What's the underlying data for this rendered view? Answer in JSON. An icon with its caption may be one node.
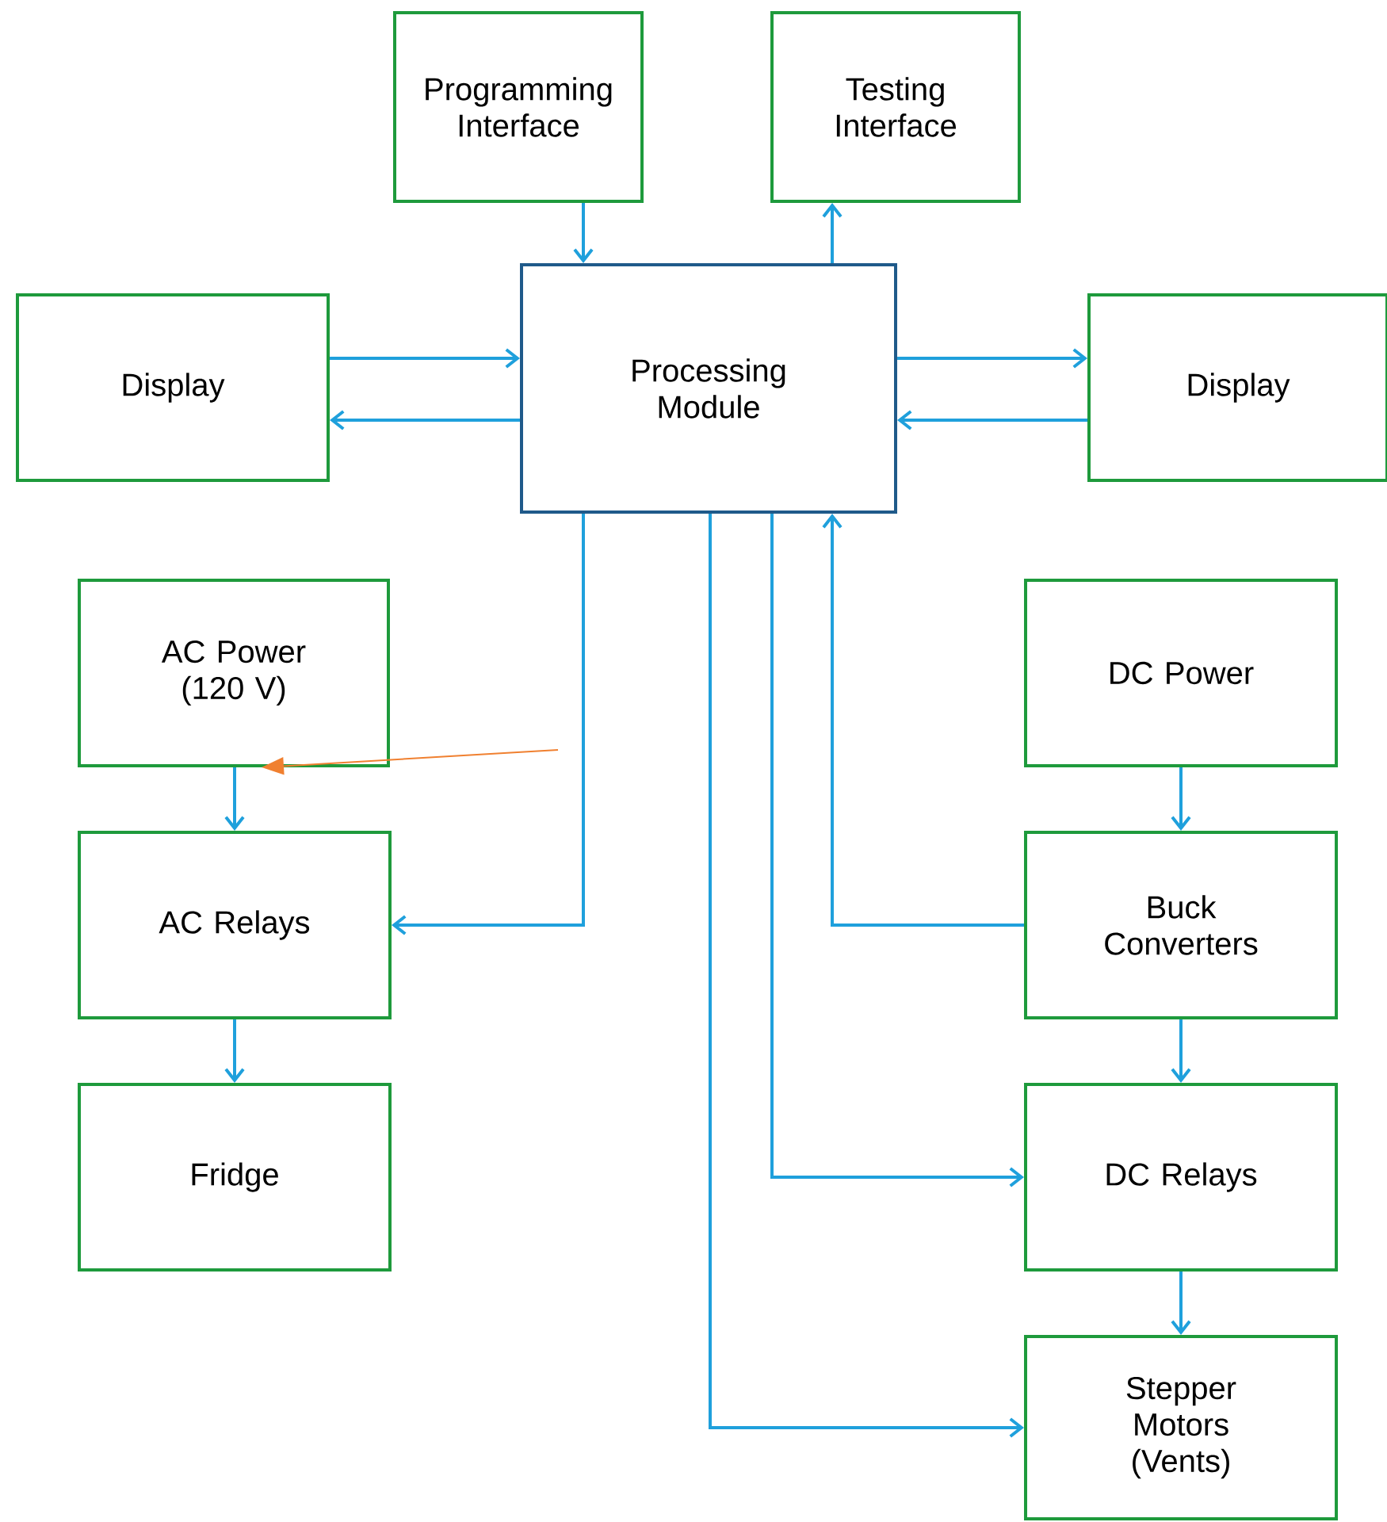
{
  "diagram": {
    "nodes": [
      {
        "text": [
          "Programming Interface"
        ]
      },
      {
        "text": [
          "Testing Interface"
        ]
      },
      {
        "text": [
          "Display"
        ]
      },
      {
        "text": [
          "Processing Module"
        ]
      },
      {
        "text": [
          "Display"
        ]
      },
      {
        "text": [
          "AC Power (120 V)"
        ]
      },
      {
        "text": [
          "DC Power"
        ]
      },
      {
        "text": [
          "AC Relays"
        ]
      },
      {
        "text": [
          "Buck Converters"
        ]
      },
      {
        "text": [
          "Fridge"
        ]
      },
      {
        "text": [
          "DC Relays"
        ]
      },
      {
        "text": [
          "Stepper Motors (Vents)"
        ]
      }
    ],
    "edges": [
      {
        "from": 0,
        "to": 3,
        "arrow": "to"
      },
      {
        "from": 3,
        "to": 1,
        "arrow": "to"
      },
      {
        "from": 2,
        "to": 3,
        "arrow": "to"
      },
      {
        "from": 3,
        "to": 2,
        "arrow": "to"
      },
      {
        "from": 3,
        "to": 4,
        "arrow": "to"
      },
      {
        "from": 4,
        "to": 3,
        "arrow": "to"
      },
      {
        "from": 3,
        "to": 7,
        "arrow": "to"
      },
      {
        "from": 5,
        "to": 7,
        "arrow": "to"
      },
      {
        "from": 7,
        "to": 9,
        "arrow": "to"
      },
      {
        "from": 6,
        "to": 8,
        "arrow": "to"
      },
      {
        "from": 8,
        "to": 3,
        "arrow": "to"
      },
      {
        "from": 3,
        "to": 10,
        "arrow": "to"
      },
      {
        "from": 8,
        "to": 10,
        "arrow": "to"
      },
      {
        "from": 10,
        "to": 11,
        "arrow": "to"
      },
      {
        "from": 3,
        "to": 11,
        "arrow": "to"
      },
      {
        "from": null,
        "to": 5,
        "arrow": "to",
        "color": "#f08030"
      }
    ]
  }
}
